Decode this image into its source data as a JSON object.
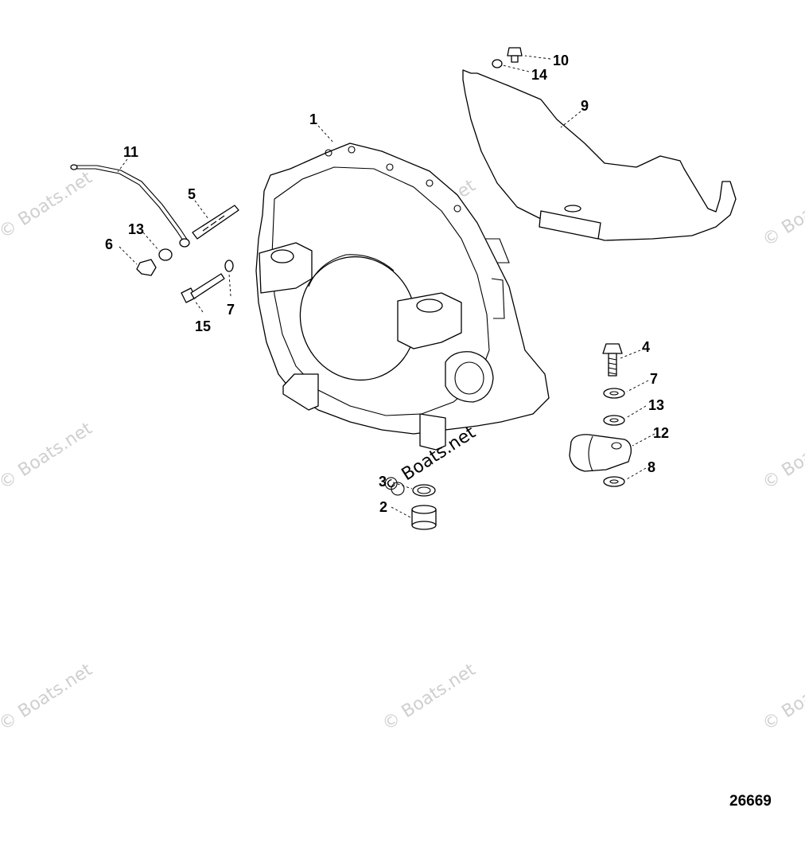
{
  "diagram": {
    "figure_number": "26669",
    "watermark_text": "© Boats.net",
    "callouts": [
      {
        "id": "1",
        "label": "1"
      },
      {
        "id": "2",
        "label": "2"
      },
      {
        "id": "3",
        "label": "3"
      },
      {
        "id": "4",
        "label": "4"
      },
      {
        "id": "5",
        "label": "5"
      },
      {
        "id": "6",
        "label": "6"
      },
      {
        "id": "7a",
        "label": "7"
      },
      {
        "id": "7b",
        "label": "7"
      },
      {
        "id": "8",
        "label": "8"
      },
      {
        "id": "9",
        "label": "9"
      },
      {
        "id": "10",
        "label": "10"
      },
      {
        "id": "11",
        "label": "11"
      },
      {
        "id": "12",
        "label": "12"
      },
      {
        "id": "13a",
        "label": "13"
      },
      {
        "id": "13b",
        "label": "13"
      },
      {
        "id": "14",
        "label": "14"
      },
      {
        "id": "15",
        "label": "15"
      }
    ]
  }
}
